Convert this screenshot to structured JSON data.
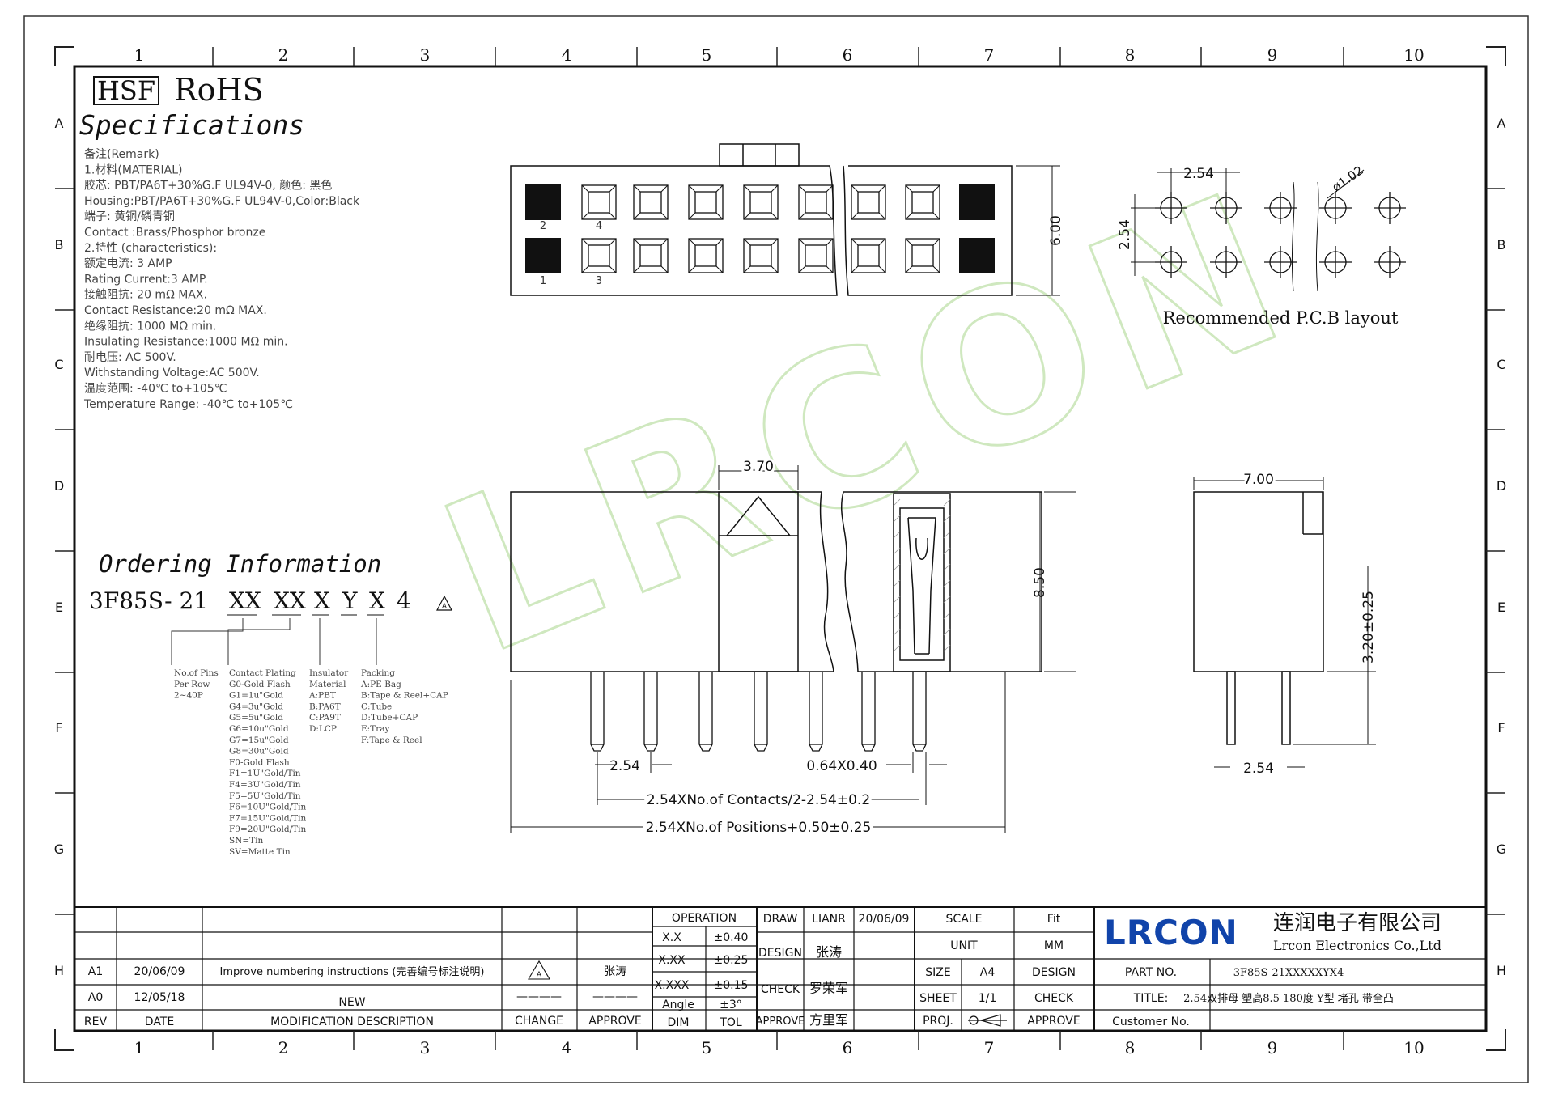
{
  "zones": {
    "cols": [
      "1",
      "2",
      "3",
      "4",
      "5",
      "6",
      "7",
      "8",
      "9",
      "10"
    ],
    "rows": [
      "A",
      "B",
      "C",
      "D",
      "E",
      "F",
      "G",
      "H"
    ]
  },
  "header": {
    "hsf": "HSF",
    "rohs": "RoHS",
    "spec_title": "Specifications"
  },
  "spec_lines": [
    "备注(Remark)",
    "1.材料(MATERIAL)",
    "胶芯: PBT/PA6T+30%G.F UL94V-0, 颜色: 黑色",
    "Housing:PBT/PA6T+30%G.F UL94V-0,Color:Black",
    "端子: 黄铜/磷青铜",
    "Contact :Brass/Phosphor bronze",
    "2.特性 (characteristics):",
    "额定电流: 3 AMP",
    "Rating Current:3 AMP.",
    "接触阻抗: 20 mΩ MAX.",
    "Contact Resistance:20 mΩ MAX.",
    "绝缘阻抗: 1000 MΩ min.",
    "Insulating Resistance:1000 MΩ min.",
    "耐电压: AC 500V.",
    "Withstanding Voltage:AC 500V.",
    "温度范围: -40℃ to+105℃",
    "Temperature Range: -40℃ to+105℃"
  ],
  "ordering": {
    "title": "Ordering Information",
    "part_prefix": "3F85S- 21",
    "codes": [
      "XX",
      "XX",
      "X",
      "Y",
      "X",
      "4"
    ],
    "rev_mark": "A",
    "pins_lines": [
      "No.of Pins",
      "Per Row",
      "2~40P"
    ],
    "plating_lines": [
      "Contact Plating",
      "G0-Gold Flash",
      "G1=1u\"Gold",
      "G4=3u\"Gold",
      "G5=5u\"Gold",
      "G6=10u\"Gold",
      "G7=15u\"Gold",
      "G8=30u\"Gold",
      "F0-Gold Flash",
      "F1=1U\"Gold/Tin",
      "F4=3U\"Gold/Tin",
      "F5=5U\"Gold/Tin",
      "F6=10U\"Gold/Tin",
      "F7=15U\"Gold/Tin",
      "F9=20U\"Gold/Tin",
      "SN=Tin",
      "SV=Matte Tin"
    ],
    "insulator_lines": [
      "Insulator",
      "Material",
      "A:PBT",
      "B:PA6T",
      "C:PA9T",
      "D:LCP"
    ],
    "packing_lines": [
      "Packing",
      "A:PE Bag",
      "B:Tape & Reel+CAP",
      "C:Tube",
      "D:Tube+CAP",
      "E:Tray",
      "F:Tape & Reel"
    ]
  },
  "top_view": {
    "pin_labels": [
      "2",
      "4",
      "1",
      "3"
    ],
    "dim_height": "6.00"
  },
  "pcb": {
    "dim_pitch_x": "2.54",
    "dim_pitch_y": "2.54",
    "dim_hole": "ø1.02",
    "caption": "Recommended P.C.B layout"
  },
  "front_view": {
    "dim_top": "3.70",
    "dim_height": "8.50",
    "dim_pitch": "2.54",
    "dim_pin": "0.64X0.40",
    "dim_contacts": "2.54XNo.of Contacts/2-2.54±0.2",
    "dim_positions": "2.54XNo.of Positions+0.50±0.25"
  },
  "side_view": {
    "dim_width": "7.00",
    "dim_tail": "3.20±0.25",
    "dim_pitch": "2.54"
  },
  "watermark": "LRCON",
  "revisions": {
    "headers": {
      "rev": "REV",
      "date": "DATE",
      "desc": "MODIFICATION DESCRIPTION",
      "change": "CHANGE",
      "approve": "APPROVE"
    },
    "rows": [
      {
        "rev": "A1",
        "date": "20/06/09",
        "desc": "Improve numbering instructions (完善编号标注说明)",
        "change": "A",
        "approve": "张涛"
      },
      {
        "rev": "A0",
        "date": "12/05/18",
        "desc": "NEW",
        "change": "————",
        "approve": "————"
      }
    ]
  },
  "tolerance": {
    "operation": "OPERATION",
    "rows": [
      [
        "X.X",
        "±0.40"
      ],
      [
        "X.XX",
        "±0.25"
      ],
      [
        "X.XXX",
        "±0.15"
      ],
      [
        "Angle",
        "±3°"
      ]
    ],
    "dim": "DIM",
    "tol": "TOL"
  },
  "signoff": {
    "draw_label": "DRAW",
    "draw_name": "LIANR",
    "draw_date": "20/06/09",
    "design_label": "DESIGN",
    "design_name": "张涛",
    "check_label": "CHECK",
    "check_name": "罗荣军",
    "approve_label": "APPROVE",
    "approve_name": "方里军"
  },
  "sheetinfo": {
    "scale_label": "SCALE",
    "scale_value": "Fit",
    "unit_label": "UNIT",
    "unit_value": "MM",
    "size_label": "SIZE",
    "size_value": "A4",
    "design_label": "DESIGN",
    "sheet_label": "SHEET",
    "sheet_value": "1/1",
    "check_label": "CHECK",
    "proj_label": "PROJ.",
    "approve_label": "APPROVE"
  },
  "company": {
    "logo": "LRCON",
    "name_cn": "连润电子有限公司",
    "name_en": "Lrcon Electronics Co.,Ltd",
    "brand_color": "#1144aa"
  },
  "part": {
    "partno_label": "PART NO.",
    "partno_value": "3F85S-21XXXXXYX4",
    "title_label": "TITLE:",
    "title_value": "2.54双排母 塑高8.5 180度 Y型 堵孔 带全凸",
    "customer_label": "Customer No."
  }
}
